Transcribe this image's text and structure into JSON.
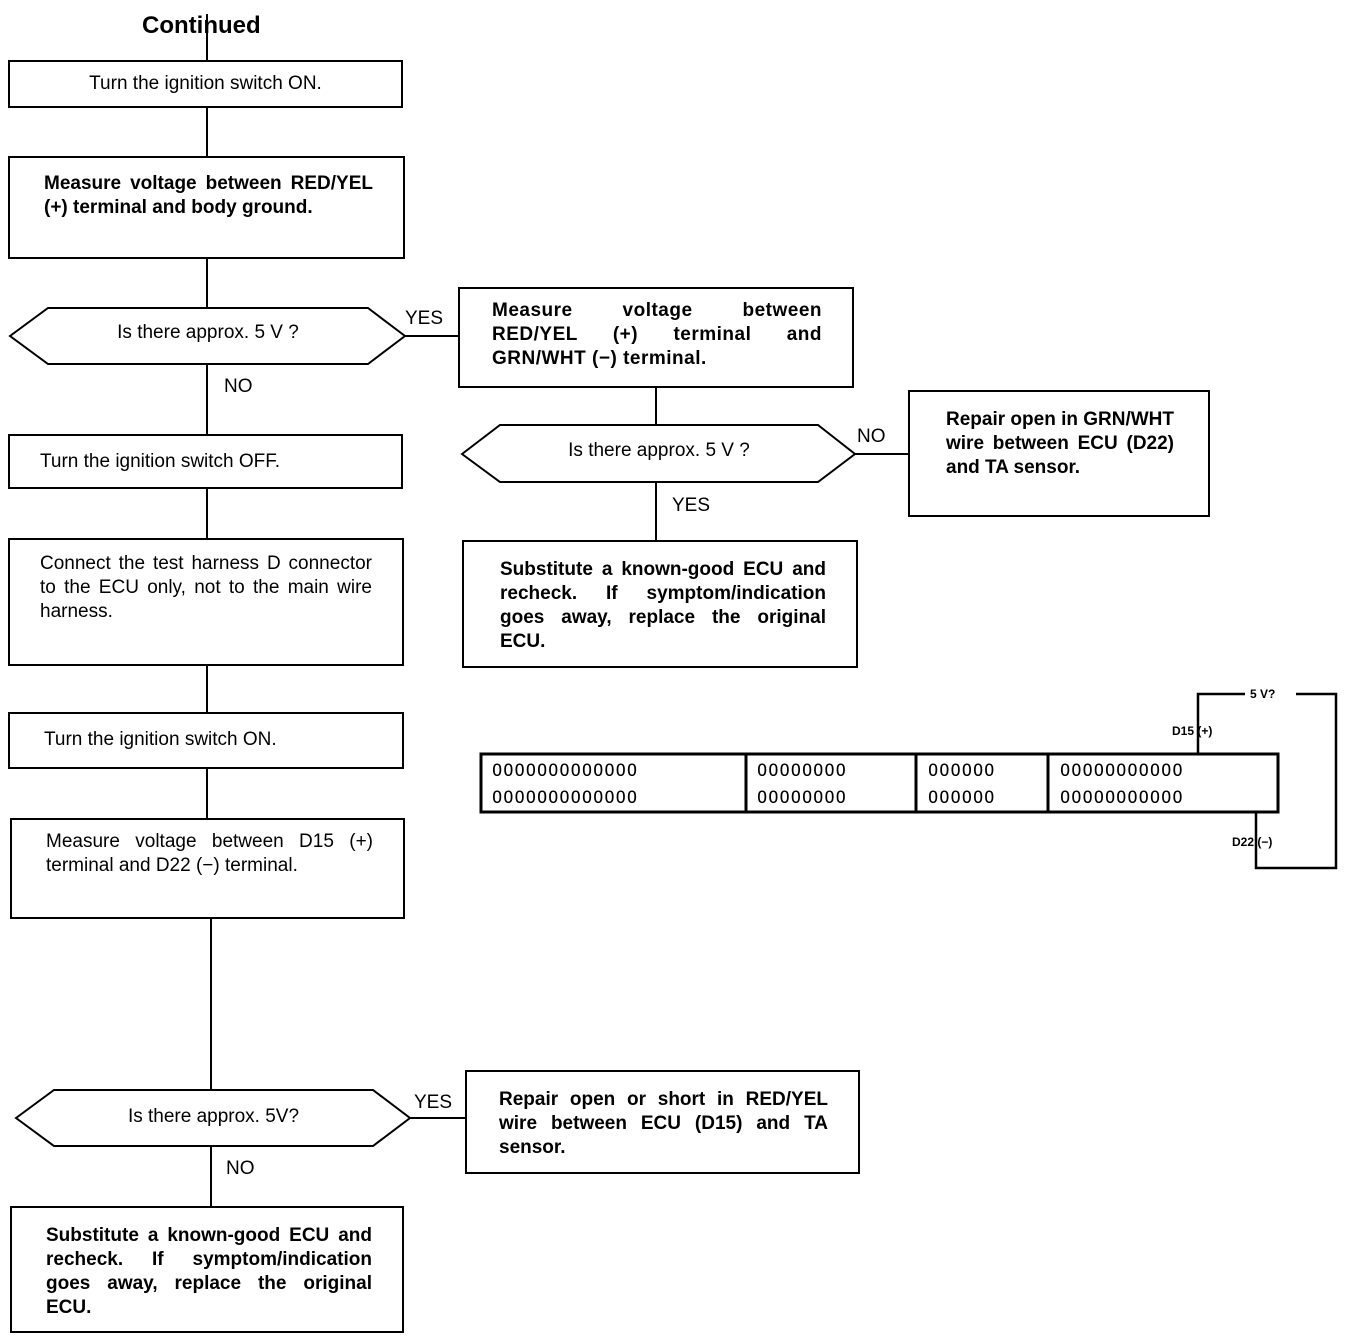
{
  "title": "Continued",
  "steps": {
    "s1": "Turn the ignition switch ON.",
    "s2": "Measure voltage between RED/YEL (+) terminal and body ground.",
    "q1": "Is there approx. 5 V ?",
    "s3": "Turn the ignition switch OFF.",
    "s4": "Connect the test harness D connector to the ECU only, not to the main wire harness.",
    "s5": "Turn the ignition switch ON.",
    "s6": "Measure voltage between D15 (+) terminal and D22 (−) terminal.",
    "q3": "Is there approx. 5V?",
    "r1": "Substitute a known-good ECU and recheck. If symptom/indication goes away, replace the original ECU.",
    "m2": "Measure voltage between RED/YEL (+) terminal and GRN/WHT (−) terminal.",
    "q2": "Is there approx. 5 V ?",
    "r2": "Repair open in GRN/WHT wire between ECU (D22) and TA sensor.",
    "r3": "Substitute a known-good ECU and recheck. If symptom/indication goes away, replace the original ECU.",
    "r4": "Repair open or short in RED/YEL wire between ECU (D15) and TA sensor."
  },
  "labels": {
    "yes": "YES",
    "no": "NO"
  },
  "connector": {
    "title": "5 V?",
    "plus": "D15 (+)",
    "minus": "D22 (−)",
    "row1": [
      "OOOOOOOOOOOOO",
      "OOOOOOOO",
      "OOOOOO",
      "OOOOOOOOOOO"
    ],
    "row2": [
      "OOOOOOOOOOOOO",
      "OOOOOOOO",
      "OOOOOO",
      "OOOOOOOOOOO"
    ]
  }
}
